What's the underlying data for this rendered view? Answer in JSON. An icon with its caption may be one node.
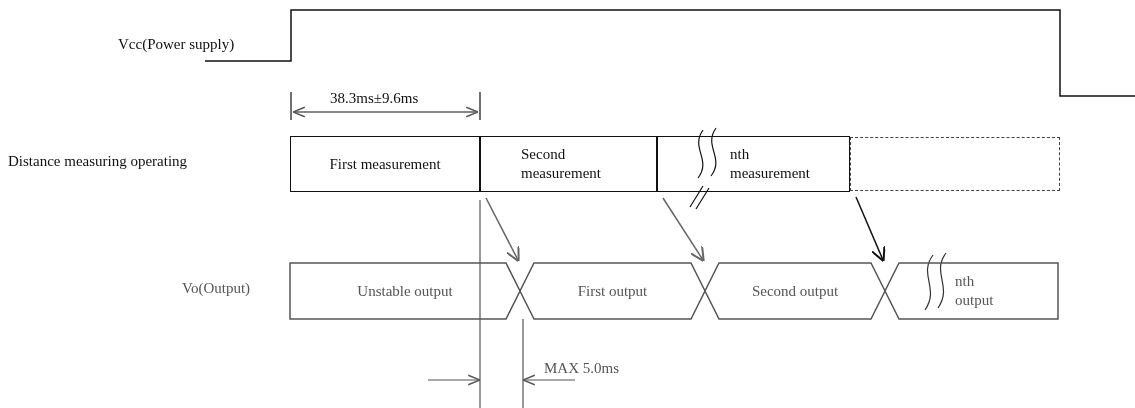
{
  "diagram": {
    "nodes": [
      {
        "text": [
          "First measurement"
        ]
      },
      {
        "text": [
          "Second measurement"
        ]
      },
      {
        "text": [
          "nth measurement"
        ]
      },
      {
        "text": [],
        "shape": "box"
      },
      {
        "text": [
          "Unstable output"
        ]
      },
      {
        "text": [
          "First output"
        ]
      },
      {
        "text": [
          "Second output"
        ]
      },
      {
        "text": [
          "nth output"
        ]
      }
    ],
    "edges": [
      {
        "from": 1,
        "to": 5,
        "arrow": "to"
      },
      {
        "from": 2,
        "to": 6,
        "arrow": "to"
      },
      {
        "from": 3,
        "to": 7,
        "arrow": "to",
        "color": "#111111"
      }
    ],
    "labels": [
      "Vcc(Power supply)",
      "38.3ms±9.6ms",
      "Distance measuring operating",
      "Vo(Output)",
      "MAX 5.0ms"
    ]
  }
}
